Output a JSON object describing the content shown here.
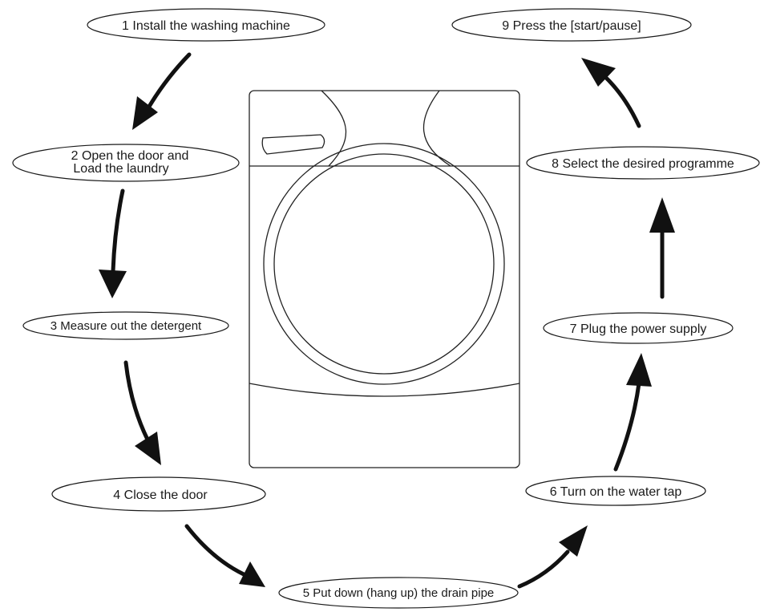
{
  "steps": [
    {
      "lines": [
        "1 Install the washing machine"
      ]
    },
    {
      "lines": [
        "2 Open the door and",
        "Load the laundry"
      ]
    },
    {
      "lines": [
        "3 Measure out the detergent"
      ]
    },
    {
      "lines": [
        "4 Close the  door"
      ]
    },
    {
      "lines": [
        "5  Put down (hang up) the drain pipe"
      ]
    },
    {
      "lines": [
        "6 Turn on the water tap"
      ]
    },
    {
      "lines": [
        "7 Plug the power supply"
      ]
    },
    {
      "lines": [
        "8 Select the desired programme"
      ]
    },
    {
      "lines": [
        "9 Press the [start/pause]"
      ]
    }
  ],
  "illustration": "front-loading-washing-machine"
}
